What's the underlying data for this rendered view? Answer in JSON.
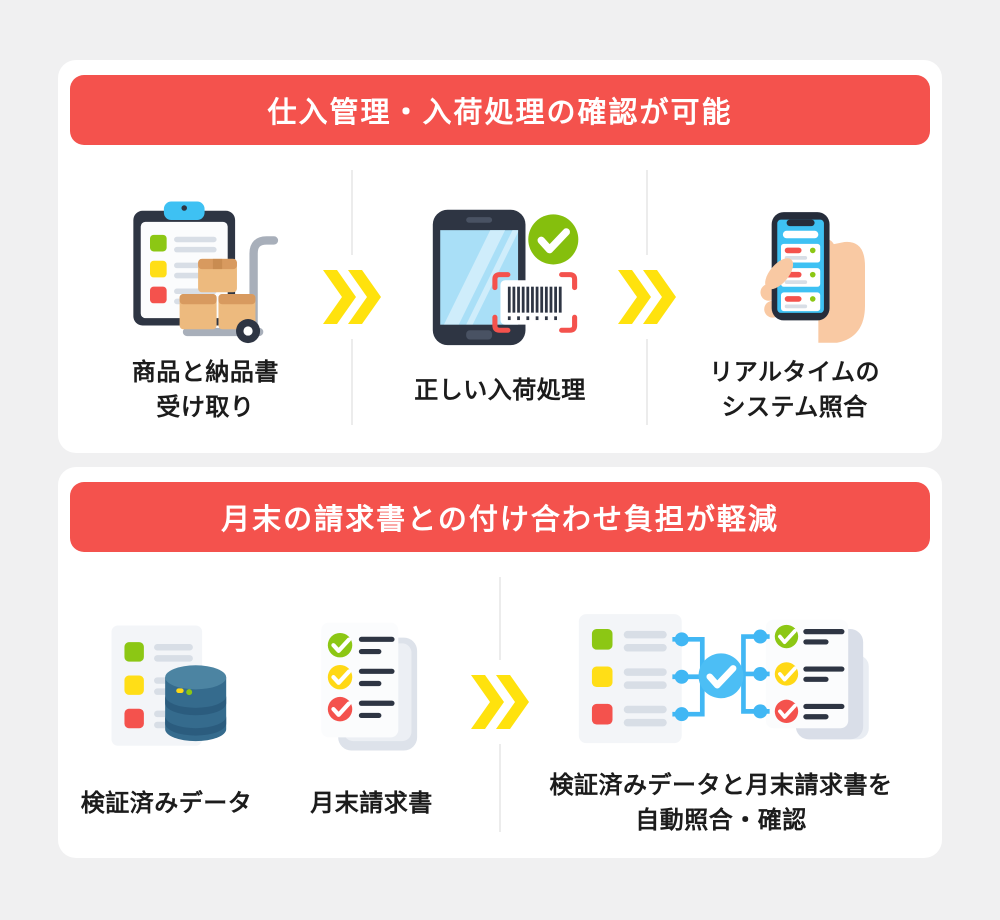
{
  "palette": {
    "page_bg": "#F0F0F1",
    "card_bg": "#FFFFFF",
    "banner_red": "#F4524D",
    "banner_text": "#FFFFFF",
    "label_text": "#1C1C1C",
    "divider": "#ECECEC",
    "chevron_yellow": "#FFE20D",
    "status_green": "#8CC714",
    "status_yellow": "#FFDE17",
    "status_red": "#F4524D",
    "sky_blue": "#3EC1F3",
    "connector_blue": "#41B7F4",
    "dark_navy": "#2E3543"
  },
  "sections": {
    "receiving": {
      "banner": "仕入管理・入荷処理の確認が可能",
      "arrow_icon": "double-chevron-right-icon",
      "steps": [
        {
          "icon": "clipboard-boxes-trolley-icon",
          "lines": [
            "商品と納品書",
            "受け取り"
          ]
        },
        {
          "icon": "smartphone-barcode-scan-icon",
          "lines": [
            "正しい入荷処理"
          ]
        },
        {
          "icon": "hand-holding-smartphone-icon",
          "lines": [
            "リアルタイムの",
            "システム照合"
          ]
        }
      ]
    },
    "invoice": {
      "banner": "月末の請求書との付け合わせ負担が軽減",
      "arrow_icon": "double-chevron-right-icon",
      "inputs": [
        {
          "icon": "verified-data-document-database-icon",
          "label": "検証済みデータ"
        },
        {
          "icon": "month-end-invoice-stack-icon",
          "label": "月末請求書"
        }
      ],
      "result": {
        "icon": "documents-auto-matching-check-icon",
        "lines": [
          "検証済みデータと月末請求書を",
          "自動照合・確認"
        ]
      }
    }
  }
}
